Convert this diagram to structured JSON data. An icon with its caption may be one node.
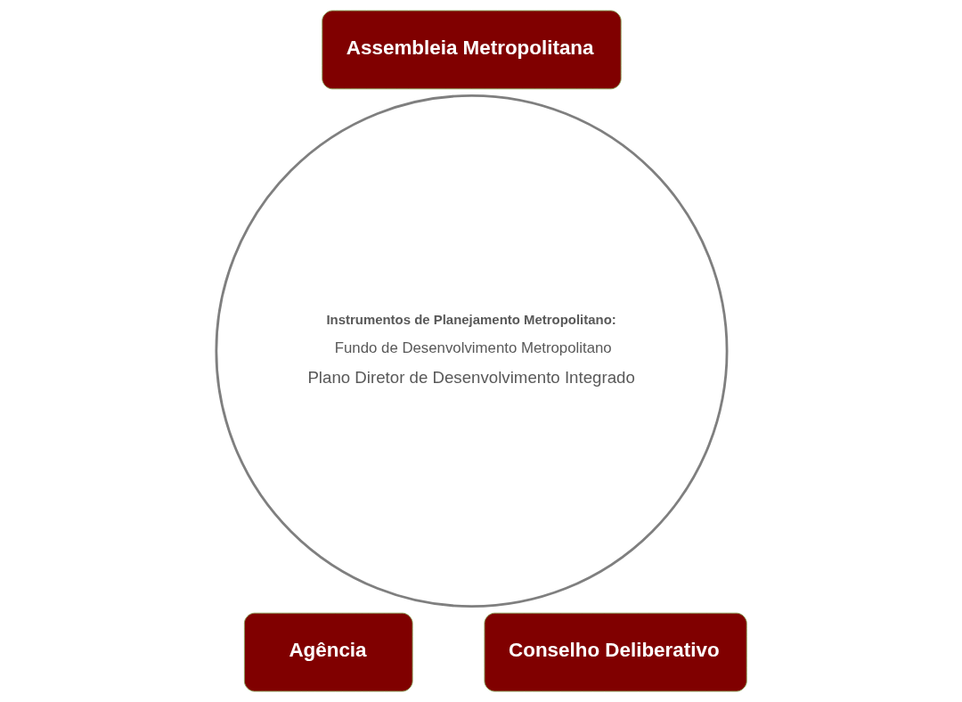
{
  "diagram": {
    "nodes": [
      {
        "text": [
          "Instrumentos de Planejamento Metropolitano:",
          "Fundo de Desenvolvimento Metropolitano",
          "Plano Diretor de Desenvolvimento Integrado"
        ]
      },
      {
        "text": [
          "Assembleia Metropolitana"
        ]
      },
      {
        "text": [
          "Agência"
        ]
      },
      {
        "text": [
          "Conselho Deliberativo"
        ]
      }
    ],
    "edges": []
  }
}
